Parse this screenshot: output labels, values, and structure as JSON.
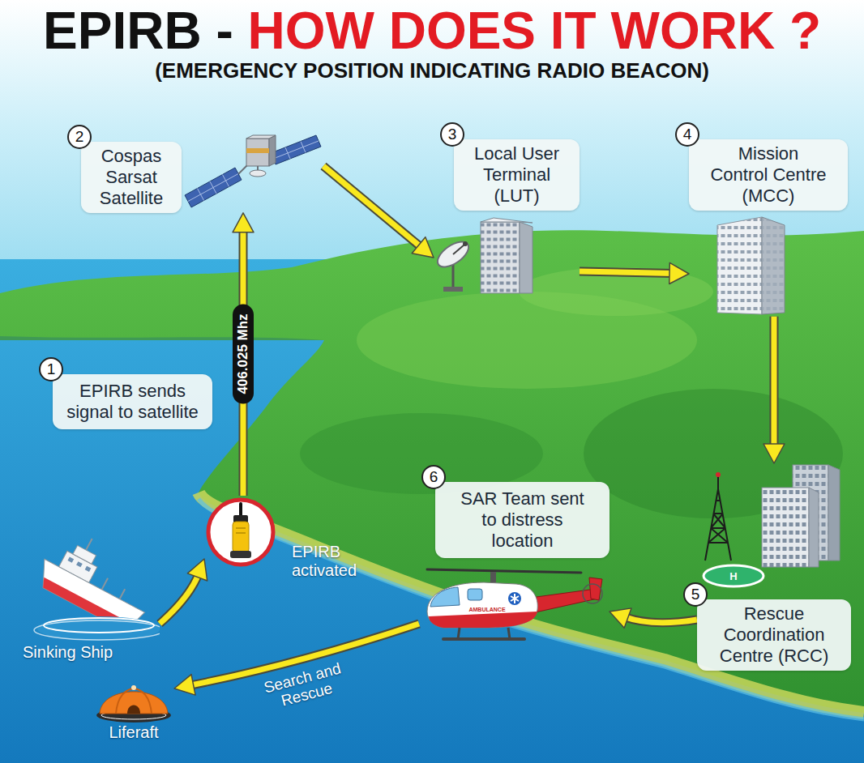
{
  "diagram": {
    "title": "EPIRB - HOW DOES IT WORK ?",
    "nodes": [
      {
        "text": [
          "EPIRB sends signal to satellite"
        ]
      },
      {
        "text": [
          "Cospas Sarsat Satellite"
        ]
      },
      {
        "text": [
          "Local User Terminal (LUT)"
        ]
      },
      {
        "text": [
          "Mission Control Centre (MCC)"
        ]
      },
      {
        "text": [
          "Rescue Coordination Centre (RCC)"
        ]
      },
      {
        "text": [
          "SAR Team sent to distress location"
        ]
      },
      {
        "text": [
          "EPIRB activated"
        ]
      },
      {
        "text": [
          "Sinking Ship"
        ]
      },
      {
        "text": [
          "Liferaft"
        ]
      }
    ],
    "edges": [
      {
        "from": 7,
        "to": 6,
        "arrow": "to"
      },
      {
        "from": 6,
        "to": 1,
        "label": "406.025 Mhz",
        "arrow": "to"
      },
      {
        "from": 1,
        "to": 2,
        "arrow": "to"
      },
      {
        "from": 2,
        "to": 3,
        "arrow": "to"
      },
      {
        "from": 3,
        "to": 4,
        "arrow": "to"
      },
      {
        "from": 4,
        "to": 5,
        "arrow": "to"
      },
      {
        "from": 5,
        "to": 8,
        "label": "Search and Rescue",
        "arrow": "to"
      }
    ],
    "labels": [
      "(EMERGENCY POSITION INDICATING RADIO BEACON)",
      "1",
      "2",
      "3",
      "4",
      "5",
      "6",
      "AMBULANCE",
      "H"
    ]
  }
}
